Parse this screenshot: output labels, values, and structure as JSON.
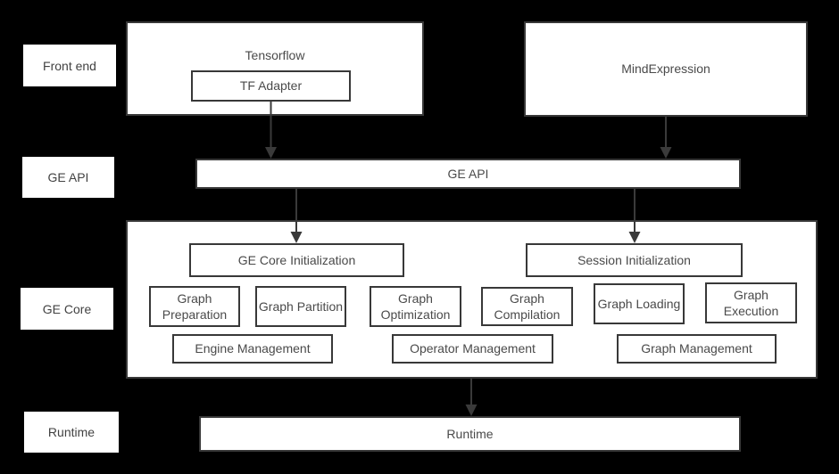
{
  "colors": {
    "background": "#000000",
    "box_fill": "#ffffff",
    "box_border": "#383838",
    "text": "#4a4a4a",
    "arrow": "#3a3a3a"
  },
  "row_labels": [
    {
      "label": "Front end"
    },
    {
      "label": "GE API"
    },
    {
      "label": "GE Core"
    },
    {
      "label": "Runtime"
    }
  ],
  "front_end": {
    "tensorflow_label": "Tensorflow",
    "tf_adapter_label": "TF Adapter",
    "mindexpression_label": "MindExpression"
  },
  "ge_api": {
    "label": "GE API"
  },
  "ge_core": {
    "initialization": [
      {
        "label": "GE Core Initialization"
      },
      {
        "label": "Session Initialization"
      }
    ],
    "functions": [
      {
        "label": "Graph Preparation"
      },
      {
        "label": "Graph Partition"
      },
      {
        "label": "Graph Optimization"
      },
      {
        "label": "Graph Compilation"
      },
      {
        "label": "Graph Loading"
      },
      {
        "label": "Graph Execution"
      }
    ],
    "management": [
      {
        "label": "Engine Management"
      },
      {
        "label": "Operator Management"
      },
      {
        "label": "Graph Management"
      }
    ]
  },
  "runtime": {
    "label": "Runtime"
  },
  "connections": [
    {
      "from": "TF Adapter",
      "to": "GE API"
    },
    {
      "from": "MindExpression",
      "to": "GE API"
    },
    {
      "from": "GE API",
      "to": "GE Core Initialization"
    },
    {
      "from": "GE API",
      "to": "Session Initialization"
    },
    {
      "from": "GE Core",
      "to": "Runtime"
    }
  ]
}
